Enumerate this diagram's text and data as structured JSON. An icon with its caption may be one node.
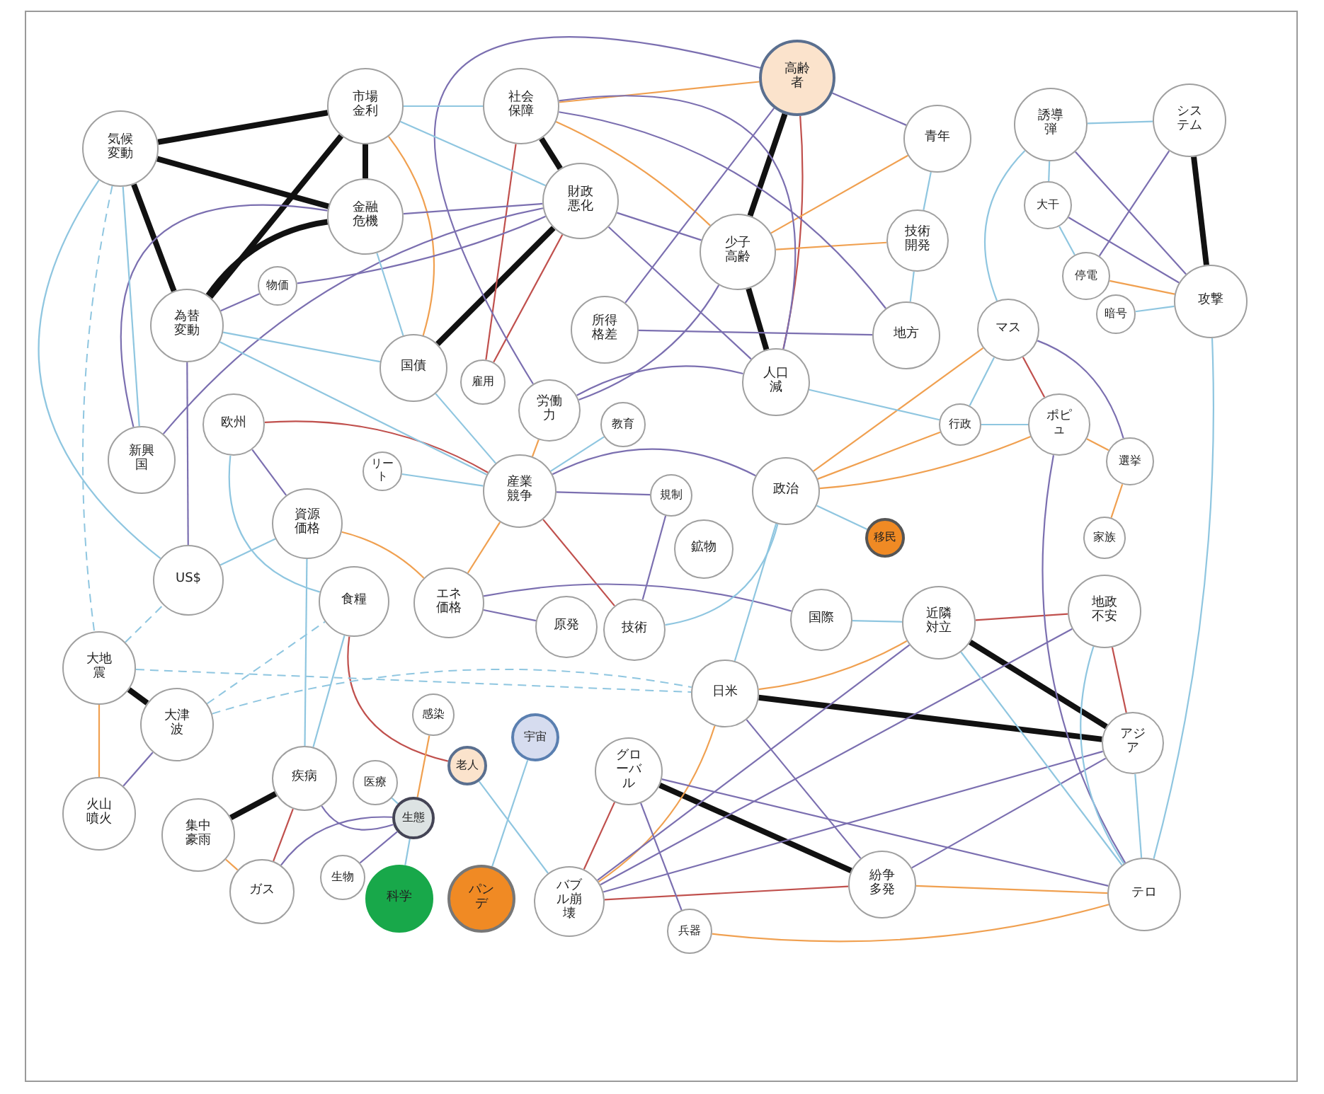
{
  "diagram": {
    "nodes": [
      {
        "text": [
          "気候変動"
        ]
      },
      {
        "text": [
          "市場金利"
        ]
      },
      {
        "text": [
          "金融危機"
        ]
      },
      {
        "text": [
          "社会保障"
        ]
      },
      {
        "text": [
          "財政悪化"
        ]
      },
      {
        "text": [
          "高齢者"
        ]
      },
      {
        "text": [
          "少子高齢"
        ]
      },
      {
        "text": [
          "青年"
        ]
      },
      {
        "text": [
          "技術開発"
        ]
      },
      {
        "text": [
          "地方"
        ]
      },
      {
        "text": [
          "人口減"
        ]
      },
      {
        "text": [
          "所得格差"
        ]
      },
      {
        "text": [
          "物価"
        ]
      },
      {
        "text": [
          "為替変動"
        ]
      },
      {
        "text": [
          "国債"
        ]
      },
      {
        "text": [
          "雇用"
        ]
      },
      {
        "text": [
          "労働力"
        ]
      },
      {
        "text": [
          "教育"
        ]
      },
      {
        "text": [
          "新興国"
        ]
      },
      {
        "text": [
          "欧州"
        ]
      },
      {
        "text": [
          "リート"
        ]
      },
      {
        "text": [
          "産業競争"
        ]
      },
      {
        "text": [
          "規制"
        ]
      },
      {
        "text": [
          "政治"
        ]
      },
      {
        "text": [
          "行政"
        ]
      },
      {
        "text": [
          "ポピュ"
        ]
      },
      {
        "text": [
          "マス"
        ]
      },
      {
        "text": [
          "選挙"
        ]
      },
      {
        "text": [
          "家族"
        ]
      },
      {
        "text": [
          "移民"
        ]
      },
      {
        "text": [
          "資源価格"
        ]
      },
      {
        "text": [
          "鉱物"
        ]
      },
      {
        "text": [
          "US$"
        ]
      },
      {
        "text": [
          "食糧"
        ]
      },
      {
        "text": [
          "エネ価格"
        ]
      },
      {
        "text": [
          "原発"
        ]
      },
      {
        "text": [
          "技術"
        ]
      },
      {
        "text": [
          "国際"
        ]
      },
      {
        "text": [
          "近隣対立"
        ]
      },
      {
        "text": [
          "地政不安"
        ]
      },
      {
        "text": [
          "大地震"
        ]
      },
      {
        "text": [
          "大津波"
        ]
      },
      {
        "text": [
          "火山噴火"
        ]
      },
      {
        "text": [
          "日米"
        ]
      },
      {
        "text": [
          "アジア"
        ]
      },
      {
        "text": [
          "感染"
        ]
      },
      {
        "text": [
          "老人"
        ]
      },
      {
        "text": [
          "宇宙"
        ]
      },
      {
        "text": [
          "グローバル"
        ]
      },
      {
        "text": [
          "疾病"
        ]
      },
      {
        "text": [
          "医療"
        ]
      },
      {
        "text": [
          "集中豪雨"
        ]
      },
      {
        "text": [
          "生態"
        ]
      },
      {
        "text": [
          "ガス"
        ]
      },
      {
        "text": [
          "生物"
        ]
      },
      {
        "text": [
          "科学"
        ]
      },
      {
        "text": [
          "パンデ"
        ]
      },
      {
        "text": [
          "バブル崩壊"
        ]
      },
      {
        "text": [
          "兵器"
        ]
      },
      {
        "text": [
          "紛争多発"
        ]
      },
      {
        "text": [
          "テロ"
        ]
      },
      {
        "text": [
          "誘導弾"
        ]
      },
      {
        "text": [
          "システム"
        ]
      },
      {
        "text": [
          "大干"
        ]
      },
      {
        "text": [
          "停電"
        ]
      },
      {
        "text": [
          "暗号"
        ]
      },
      {
        "text": [
          "攻撃"
        ]
      }
    ],
    "edges": [
      {
        "from": 0,
        "to": 1,
        "arrow": "none",
        "style": "thick",
        "color": "#111111"
      },
      {
        "from": 0,
        "to": 2,
        "arrow": "none",
        "style": "thick",
        "color": "#111111"
      },
      {
        "from": 0,
        "to": 13,
        "arrow": "none",
        "style": "thick",
        "color": "#111111"
      },
      {
        "from": 1,
        "to": 13,
        "arrow": "none",
        "style": "thick",
        "color": "#111111"
      },
      {
        "from": 1,
        "to": 2,
        "arrow": "none",
        "style": "thick",
        "color": "#111111"
      },
      {
        "from": 2,
        "to": 13,
        "arrow": "none",
        "style": "thick",
        "color": "#111111"
      },
      {
        "from": 3,
        "to": 4,
        "arrow": "none",
        "style": "thick",
        "color": "#111111"
      },
      {
        "from": 4,
        "to": 14,
        "arrow": "none",
        "style": "thick",
        "color": "#111111"
      },
      {
        "from": 5,
        "to": 6,
        "arrow": "none",
        "style": "thick",
        "color": "#111111"
      },
      {
        "from": 6,
        "to": 10,
        "arrow": "none",
        "style": "thick",
        "color": "#111111"
      },
      {
        "from": 62,
        "to": 66,
        "arrow": "none",
        "style": "thick",
        "color": "#111111"
      },
      {
        "from": 40,
        "to": 41,
        "arrow": "none",
        "style": "thick",
        "color": "#111111"
      },
      {
        "from": 43,
        "to": 44,
        "arrow": "none",
        "style": "thick",
        "color": "#111111"
      },
      {
        "from": 48,
        "to": 59,
        "arrow": "none",
        "style": "thick",
        "color": "#111111"
      },
      {
        "from": 51,
        "to": 49,
        "arrow": "none",
        "style": "thick",
        "color": "#111111"
      },
      {
        "from": 38,
        "to": 44,
        "arrow": "none",
        "style": "thick",
        "color": "#111111"
      },
      {
        "from": 4,
        "to": 15,
        "arrow": "none",
        "color": "#c0504d"
      },
      {
        "from": 3,
        "to": 15,
        "arrow": "none",
        "color": "#c0504d"
      },
      {
        "from": 5,
        "to": 10,
        "arrow": "none",
        "color": "#c0504d"
      },
      {
        "from": 19,
        "to": 21,
        "arrow": "none",
        "color": "#c0504d"
      },
      {
        "from": 21,
        "to": 36,
        "arrow": "none",
        "color": "#c0504d"
      },
      {
        "from": 26,
        "to": 25,
        "arrow": "none",
        "color": "#c0504d"
      },
      {
        "from": 33,
        "to": 46,
        "arrow": "none",
        "color": "#c0504d"
      },
      {
        "from": 48,
        "to": 57,
        "arrow": "none",
        "color": "#c0504d"
      },
      {
        "from": 57,
        "to": 59,
        "arrow": "none",
        "color": "#c0504d"
      },
      {
        "from": 38,
        "to": 39,
        "arrow": "none",
        "color": "#c0504d"
      },
      {
        "from": 39,
        "to": 44,
        "arrow": "none",
        "color": "#c0504d"
      },
      {
        "from": 53,
        "to": 49,
        "arrow": "none",
        "color": "#c0504d"
      },
      {
        "from": 1,
        "to": 14,
        "arrow": "none",
        "color": "#f0a050"
      },
      {
        "from": 3,
        "to": 5,
        "arrow": "none",
        "color": "#f0a050"
      },
      {
        "from": 3,
        "to": 6,
        "arrow": "none",
        "color": "#f0a050"
      },
      {
        "from": 6,
        "to": 8,
        "arrow": "none",
        "color": "#f0a050"
      },
      {
        "from": 6,
        "to": 7,
        "arrow": "none",
        "color": "#f0a050"
      },
      {
        "from": 23,
        "to": 26,
        "arrow": "none",
        "color": "#f0a050"
      },
      {
        "from": 23,
        "to": 25,
        "arrow": "none",
        "color": "#f0a050"
      },
      {
        "from": 23,
        "to": 24,
        "arrow": "none",
        "color": "#f0a050"
      },
      {
        "from": 43,
        "to": 38,
        "arrow": "none",
        "color": "#f0a050"
      },
      {
        "from": 57,
        "to": 43,
        "arrow": "none",
        "color": "#f0a050"
      },
      {
        "from": 60,
        "to": 59,
        "arrow": "none",
        "color": "#f0a050"
      },
      {
        "from": 58,
        "to": 60,
        "arrow": "none",
        "color": "#f0a050"
      },
      {
        "from": 42,
        "to": 40,
        "arrow": "none",
        "color": "#f0a050"
      },
      {
        "from": 30,
        "to": 34,
        "arrow": "none",
        "color": "#f0a050"
      },
      {
        "from": 16,
        "to": 21,
        "arrow": "none",
        "color": "#f0a050"
      },
      {
        "from": 64,
        "to": 66,
        "arrow": "none",
        "color": "#f0a050"
      },
      {
        "from": 25,
        "to": 27,
        "arrow": "none",
        "color": "#f0a050"
      },
      {
        "from": 27,
        "to": 28,
        "arrow": "none",
        "color": "#f0a050"
      },
      {
        "from": 45,
        "to": 52,
        "arrow": "none",
        "color": "#f0a050"
      },
      {
        "from": 51,
        "to": 53,
        "arrow": "none",
        "color": "#f0a050"
      },
      {
        "from": 21,
        "to": 34,
        "arrow": "none",
        "color": "#f0a050"
      },
      {
        "from": 5,
        "to": 7,
        "arrow": "none",
        "color": "#7b6fb0"
      },
      {
        "from": 5,
        "to": 11,
        "arrow": "none",
        "color": "#7b6fb0"
      },
      {
        "from": 5,
        "to": 16,
        "arrow": "none",
        "color": "#7b6fb0"
      },
      {
        "from": 3,
        "to": 10,
        "arrow": "none",
        "color": "#7b6fb0"
      },
      {
        "from": 3,
        "to": 9,
        "arrow": "none",
        "color": "#7b6fb0"
      },
      {
        "from": 4,
        "to": 6,
        "arrow": "none",
        "color": "#7b6fb0"
      },
      {
        "from": 4,
        "to": 12,
        "arrow": "none",
        "color": "#7b6fb0"
      },
      {
        "from": 4,
        "to": 18,
        "arrow": "none",
        "color": "#7b6fb0"
      },
      {
        "from": 4,
        "to": 10,
        "arrow": "none",
        "color": "#7b6fb0"
      },
      {
        "from": 11,
        "to": 9,
        "arrow": "none",
        "color": "#7b6fb0"
      },
      {
        "from": 16,
        "to": 10,
        "arrow": "none",
        "color": "#7b6fb0"
      },
      {
        "from": 16,
        "to": 6,
        "arrow": "none",
        "color": "#7b6fb0"
      },
      {
        "from": 13,
        "to": 32,
        "arrow": "none",
        "color": "#7b6fb0"
      },
      {
        "from": 19,
        "to": 30,
        "arrow": "none",
        "color": "#7b6fb0"
      },
      {
        "from": 21,
        "to": 22,
        "arrow": "none",
        "color": "#7b6fb0"
      },
      {
        "from": 21,
        "to": 23,
        "arrow": "none",
        "color": "#7b6fb0"
      },
      {
        "from": 22,
        "to": 36,
        "arrow": "none",
        "color": "#7b6fb0"
      },
      {
        "from": 25,
        "to": 60,
        "arrow": "none",
        "color": "#7b6fb0"
      },
      {
        "from": 26,
        "to": 27,
        "arrow": "none",
        "color": "#7b6fb0"
      },
      {
        "from": 61,
        "to": 66,
        "arrow": "none",
        "color": "#7b6fb0"
      },
      {
        "from": 62,
        "to": 64,
        "arrow": "none",
        "color": "#7b6fb0"
      },
      {
        "from": 63,
        "to": 66,
        "arrow": "none",
        "color": "#7b6fb0"
      },
      {
        "from": 2,
        "to": 4,
        "arrow": "none",
        "color": "#7b6fb0"
      },
      {
        "from": 12,
        "to": 13,
        "arrow": "none",
        "color": "#7b6fb0"
      },
      {
        "from": 34,
        "to": 35,
        "arrow": "none",
        "color": "#7b6fb0"
      },
      {
        "from": 34,
        "to": 37,
        "arrow": "none",
        "color": "#7b6fb0"
      },
      {
        "from": 43,
        "to": 59,
        "arrow": "none",
        "color": "#7b6fb0"
      },
      {
        "from": 57,
        "to": 38,
        "arrow": "none",
        "color": "#7b6fb0"
      },
      {
        "from": 57,
        "to": 39,
        "arrow": "none",
        "color": "#7b6fb0"
      },
      {
        "from": 57,
        "to": 44,
        "arrow": "none",
        "color": "#7b6fb0"
      },
      {
        "from": 48,
        "to": 58,
        "arrow": "none",
        "color": "#7b6fb0"
      },
      {
        "from": 49,
        "to": 52,
        "arrow": "none",
        "color": "#7b6fb0"
      },
      {
        "from": 53,
        "to": 52,
        "arrow": "none",
        "color": "#7b6fb0"
      },
      {
        "from": 54,
        "to": 52,
        "arrow": "none",
        "color": "#7b6fb0"
      },
      {
        "from": 41,
        "to": 42,
        "arrow": "none",
        "color": "#7b6fb0"
      },
      {
        "from": 59,
        "to": 44,
        "arrow": "none",
        "color": "#7b6fb0"
      },
      {
        "from": 18,
        "to": 2,
        "arrow": "none",
        "color": "#7b6fb0"
      },
      {
        "from": 48,
        "to": 60,
        "arrow": "none",
        "color": "#7b6fb0"
      },
      {
        "from": 0,
        "to": 32,
        "arrow": "none"
      },
      {
        "from": 0,
        "to": 18,
        "arrow": "none"
      },
      {
        "from": 1,
        "to": 3,
        "arrow": "none"
      },
      {
        "from": 1,
        "to": 4,
        "arrow": "none"
      },
      {
        "from": 2,
        "to": 14,
        "arrow": "none"
      },
      {
        "from": 13,
        "to": 21,
        "arrow": "none"
      },
      {
        "from": 13,
        "to": 14,
        "arrow": "none"
      },
      {
        "from": 14,
        "to": 21,
        "arrow": "none"
      },
      {
        "from": 19,
        "to": 33,
        "arrow": "none"
      },
      {
        "from": 30,
        "to": 49,
        "arrow": "none"
      },
      {
        "from": 30,
        "to": 32,
        "arrow": "none"
      },
      {
        "from": 33,
        "to": 49,
        "arrow": "none"
      },
      {
        "from": 10,
        "to": 24,
        "arrow": "none"
      },
      {
        "from": 24,
        "to": 25,
        "arrow": "none"
      },
      {
        "from": 24,
        "to": 26,
        "arrow": "none"
      },
      {
        "from": 26,
        "to": 61,
        "arrow": "none"
      },
      {
        "from": 61,
        "to": 62,
        "arrow": "none"
      },
      {
        "from": 61,
        "to": 63,
        "arrow": "none"
      },
      {
        "from": 63,
        "to": 64,
        "arrow": "none"
      },
      {
        "from": 65,
        "to": 66,
        "arrow": "none"
      },
      {
        "from": 66,
        "to": 60,
        "arrow": "none"
      },
      {
        "from": 7,
        "to": 8,
        "arrow": "none"
      },
      {
        "from": 8,
        "to": 9,
        "arrow": "none"
      },
      {
        "from": 23,
        "to": 43,
        "arrow": "none"
      },
      {
        "from": 37,
        "to": 38,
        "arrow": "none"
      },
      {
        "from": 38,
        "to": 60,
        "arrow": "none"
      },
      {
        "from": 44,
        "to": 60,
        "arrow": "none"
      },
      {
        "from": 39,
        "to": 60,
        "arrow": "none"
      },
      {
        "from": 47,
        "to": 56,
        "arrow": "none"
      },
      {
        "from": 55,
        "to": 52,
        "arrow": "none"
      },
      {
        "from": 36,
        "to": 23,
        "arrow": "none"
      },
      {
        "from": 50,
        "to": 52,
        "arrow": "none"
      },
      {
        "from": 46,
        "to": 57,
        "arrow": "none"
      },
      {
        "from": 17,
        "to": 21,
        "arrow": "none"
      },
      {
        "from": 20,
        "to": 21,
        "arrow": "none"
      },
      {
        "from": 29,
        "to": 23,
        "arrow": "none"
      },
      {
        "from": 0,
        "to": 40,
        "arrow": "none",
        "style": "dashed"
      },
      {
        "from": 40,
        "to": 43,
        "arrow": "none",
        "style": "dashed"
      },
      {
        "from": 41,
        "to": 43,
        "arrow": "none",
        "style": "dashed"
      },
      {
        "from": 40,
        "to": 32,
        "arrow": "none",
        "style": "dashed"
      },
      {
        "from": 41,
        "to": 33,
        "arrow": "none",
        "style": "dashed"
      }
    ]
  }
}
